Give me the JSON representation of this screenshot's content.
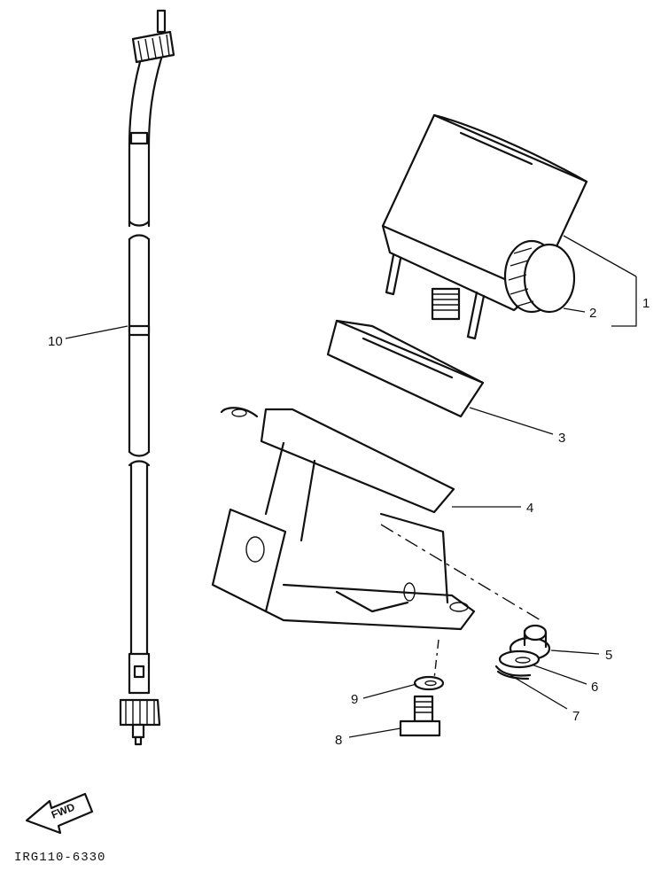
{
  "callouts": [
    {
      "id": "1",
      "label": "1"
    },
    {
      "id": "2",
      "label": "2"
    },
    {
      "id": "3",
      "label": "3"
    },
    {
      "id": "4",
      "label": "4"
    },
    {
      "id": "5",
      "label": "5"
    },
    {
      "id": "6",
      "label": "6"
    },
    {
      "id": "7",
      "label": "7"
    },
    {
      "id": "8",
      "label": "8"
    },
    {
      "id": "9",
      "label": "9"
    },
    {
      "id": "10",
      "label": "10"
    }
  ],
  "fwd_label": "FWD",
  "diagram_code": "IRG110-6330"
}
